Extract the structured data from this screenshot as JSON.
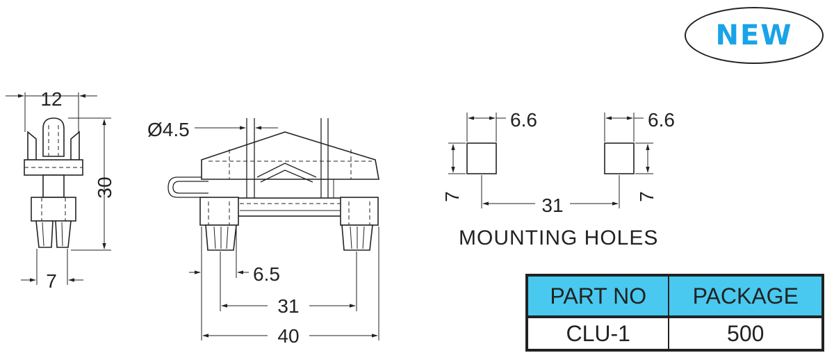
{
  "badge": {
    "text": "NEW",
    "color": "#1aa3e8"
  },
  "side_view": {
    "width_top": "12",
    "height": "30",
    "width_bottom": "7"
  },
  "front_view": {
    "hole_dia": "Ø4.5",
    "leg_width": "6.5",
    "leg_spacing": "31",
    "overall_width": "40"
  },
  "mounting": {
    "left_hole_size": "6.6",
    "left_hole_height": "7",
    "hole_spacing": "31",
    "right_hole_size": "6.6",
    "right_hole_height": "7",
    "caption": "MOUNTING HOLES"
  },
  "table": {
    "header_color": "#49c9f0",
    "headers": [
      "PART NO",
      "PACKAGE"
    ],
    "rows": [
      [
        "CLU-1",
        "500"
      ]
    ]
  }
}
